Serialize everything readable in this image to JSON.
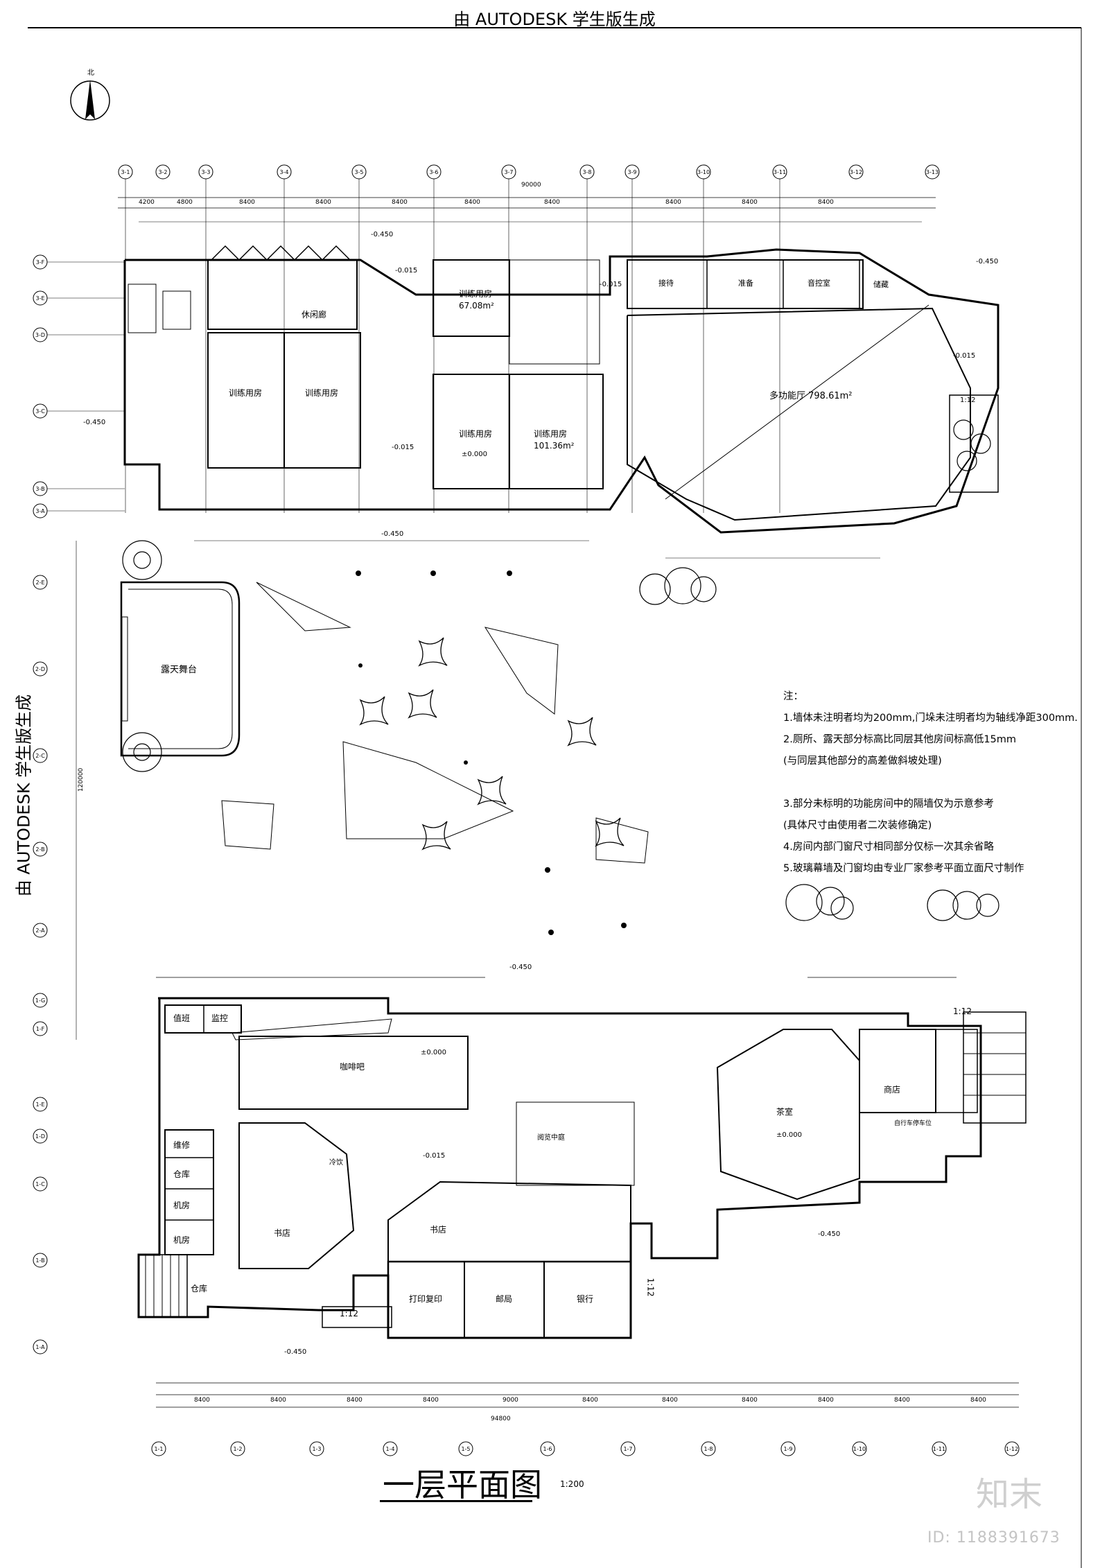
{
  "stamps": {
    "top": "由 AUTODESK 学生版生成",
    "side": "由 AUTODESK 学生版生成"
  },
  "drawing": {
    "title": "一层平面图",
    "scale": "1:200",
    "north": "北"
  },
  "upper_axes": [
    "3-1",
    "3-2",
    "3-3",
    "3-4",
    "3-5",
    "3-6",
    "3-7",
    "3-8",
    "3-9",
    "3-10",
    "3-11",
    "3-12",
    "3-13"
  ],
  "upper_row_axes": [
    "3-F",
    "3-E",
    "3-D",
    "3-C",
    "3-B",
    "3-A"
  ],
  "site_axes": [
    "2-E",
    "2-D",
    "2-C",
    "2-B",
    "2-A"
  ],
  "lower_row_axes": [
    "1-G",
    "1-F",
    "1-E",
    "1-D",
    "1-C",
    "1-B",
    "1-A"
  ],
  "lower_axes": [
    "1-1",
    "1-2",
    "1-3",
    "1-4",
    "1-5",
    "1-6",
    "1-7",
    "1-8",
    "1-9",
    "1-10",
    "1-11",
    "1-12"
  ],
  "dimensions": {
    "upper_total": "90000",
    "upper_bays": [
      "4200",
      "4800",
      "8400",
      "8400",
      "8400",
      "8400",
      "8400",
      "8400",
      "8400",
      "8400"
    ],
    "lower_total": "94800",
    "lower_bays": [
      "8400",
      "8400",
      "8400",
      "8400",
      "9000",
      "8400",
      "8400",
      "8400",
      "8400",
      "8400",
      "8400"
    ],
    "site_total": "120000"
  },
  "rooms_upper": {
    "train1": "训练用房",
    "train1_area": "67.08m²",
    "train2": "训练用房",
    "train3": "训练用房",
    "train4": "训练用房",
    "train5": "训练用房",
    "train5_area": "101.36m²",
    "rest": "休闲廊",
    "multi": "多功能厅 798.61m²",
    "reception": "接待",
    "prep": "准备",
    "sound": "音控室",
    "storage": "储藏",
    "elevation0": "±0.000"
  },
  "rooms_site": {
    "stage": "露天舞台"
  },
  "rooms_lower": {
    "duty": "值班",
    "monitor": "监控",
    "cafe": "咖啡吧",
    "repair": "维修",
    "store1": "仓库",
    "mech1": "机房",
    "mech2": "机房",
    "store2": "仓库",
    "book1": "书店",
    "book2": "书店",
    "cold": "冷饮",
    "atrium": "阅览中庭",
    "tea": "茶室",
    "shop": "商店",
    "bike": "自行车停车位",
    "print": "打印复印",
    "post": "邮局",
    "bank": "银行",
    "elev_cafe": "±0.000",
    "elev_tea": "±0.000"
  },
  "levels": {
    "minus450": "-0.450",
    "minus15": "-0.015",
    "ramp": "1:12"
  },
  "notes": {
    "head": "注：",
    "n1": "1.墙体未注明者均为200mm,门垛未注明者均为轴线净距300mm.",
    "n2": "2.厕所、露天部分标高比同层其他房间标高低15mm",
    "n2b": "(与同层其他部分的高差做斜坡处理)",
    "n3": "3.部分未标明的功能房间中的隔墙仅为示意参考",
    "n3b": "(具体尺寸由使用者二次装修确定)",
    "n4": "4.房间内部门窗尺寸相同部分仅标一次其余省略",
    "n5": "5.玻璃幕墙及门窗均由专业厂家参考平面立面尺寸制作"
  },
  "watermark": {
    "logo": "知末",
    "id": "ID: 1188391673"
  }
}
